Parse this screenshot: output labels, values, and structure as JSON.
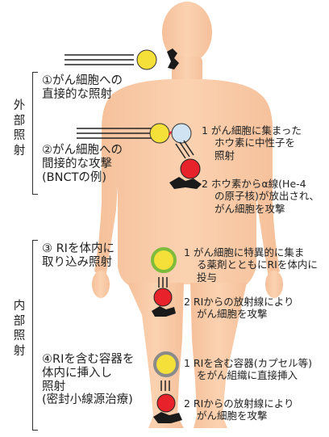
{
  "colors": {
    "skin": "#f8c9a3",
    "cancer_cell": "#f5e03a",
    "neutron": "#cfe3f3",
    "damaged_cell": "#e8222a",
    "ri_ring_drug": "#7dbb3c",
    "ri_ring_capsule": "#8a8a8a",
    "rubble": "#1a1a1a"
  },
  "sections": {
    "external": "外部照射",
    "internal": "内部照射"
  },
  "methods": [
    {
      "lines": [
        "①がん細胞への",
        "直接的な照射"
      ]
    },
    {
      "lines": [
        "②がん細胞への",
        "間接的な攻撃",
        "(BNCTの例)"
      ]
    },
    {
      "lines": [
        "③ RIを体内に",
        "取り込み照射"
      ]
    },
    {
      "lines": [
        "④RIを含む容器を",
        "体内に挿入し",
        "照射",
        "(密封小線源治療)"
      ]
    }
  ],
  "notes": [
    {
      "lines": [
        "1  がん細胞に集まった",
        "ホウ素に中性子を",
        "照射"
      ]
    },
    {
      "lines": [
        "2  ホウ素からα線(He-4",
        "の原子核)が放出され、",
        "がん細胞を攻撃"
      ]
    },
    {
      "lines": [
        "1  がん細胞に特異的に集ま",
        "る薬剤とともにRIを体内に",
        "投与"
      ]
    },
    {
      "lines": [
        "2  RIからの放射線により",
        "がん細胞を攻撃"
      ]
    },
    {
      "lines": [
        "1  RIを含む容器(カプセル等)",
        "をがん組織に直接挿入"
      ]
    },
    {
      "lines": [
        "2  RIからの放射線により",
        "がん細胞を攻撃"
      ]
    }
  ]
}
